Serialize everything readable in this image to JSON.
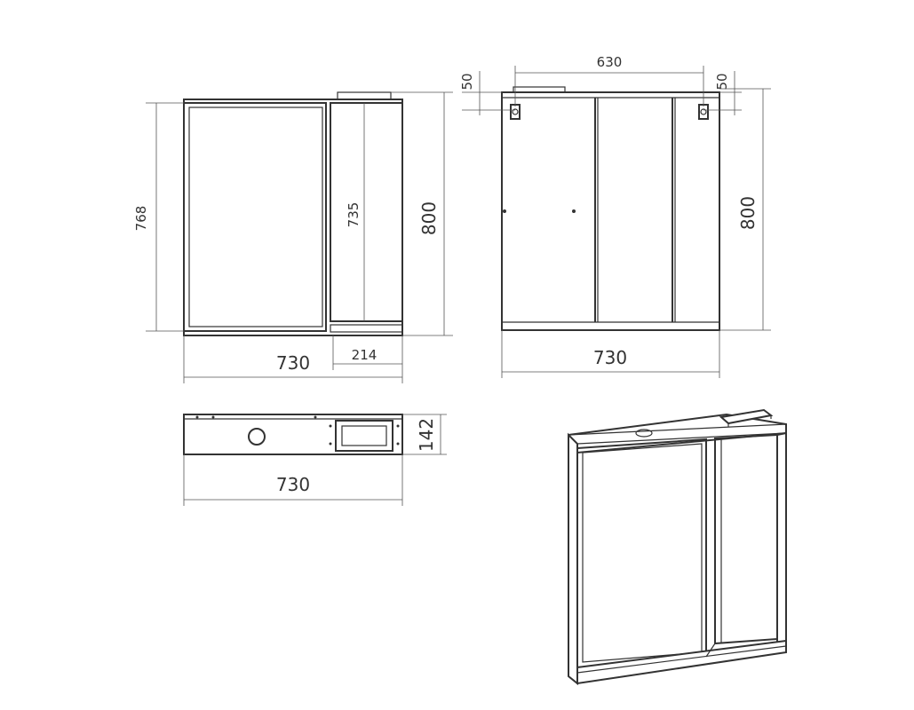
{
  "colors": {
    "line": "#333333",
    "dimension_line": "#555555",
    "background": "#ffffff"
  },
  "front_view": {
    "dim_height_left": "768",
    "dim_height_inner": "735",
    "dim_height_total": "800",
    "dim_width_total": "730",
    "dim_width_shelf": "214"
  },
  "back_view": {
    "dim_mount_spacing": "630",
    "dim_offset_left": "50",
    "dim_offset_right": "50",
    "dim_height_total": "800",
    "dim_width_total": "730"
  },
  "top_view": {
    "dim_depth": "142",
    "dim_width_total": "730"
  }
}
